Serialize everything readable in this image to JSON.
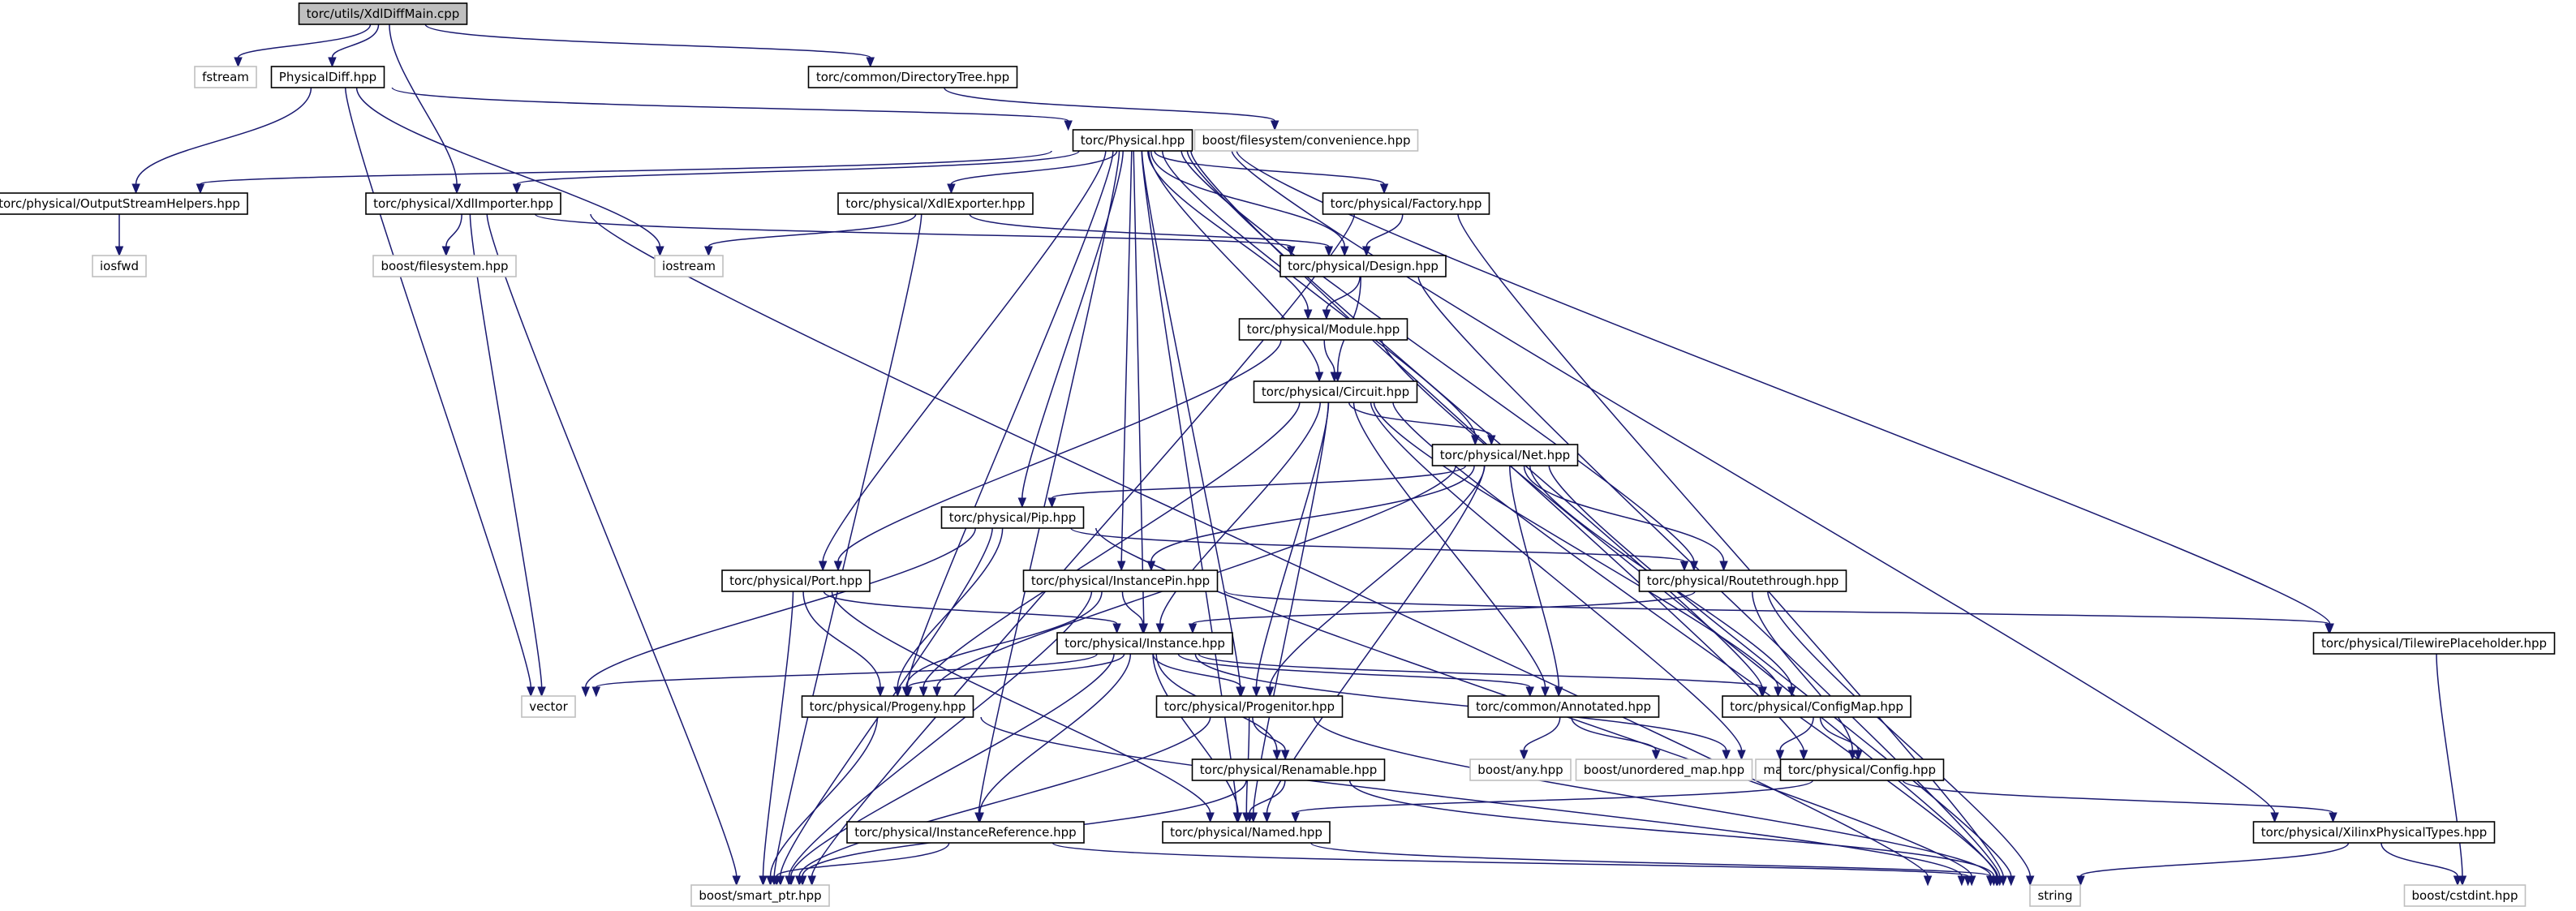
{
  "diagram": {
    "title": "",
    "nodes": [
      {
        "id": "XdlDiffMain",
        "label": "torc/utils/XdlDiffMain.cpp",
        "kind": "root"
      },
      {
        "id": "fstream",
        "label": "fstream",
        "kind": "external"
      },
      {
        "id": "PhysicalDiff",
        "label": "PhysicalDiff.hpp",
        "kind": "internal"
      },
      {
        "id": "DirectoryTree",
        "label": "torc/common/DirectoryTree.hpp",
        "kind": "internal"
      },
      {
        "id": "Physical",
        "label": "torc/Physical.hpp",
        "kind": "internal"
      },
      {
        "id": "boostFsConv",
        "label": "boost/filesystem/convenience.hpp",
        "kind": "external"
      },
      {
        "id": "OutputStreamHelpers",
        "label": "torc/physical/OutputStreamHelpers.hpp",
        "kind": "internal"
      },
      {
        "id": "XdlImporter",
        "label": "torc/physical/XdlImporter.hpp",
        "kind": "internal"
      },
      {
        "id": "XdlExporter",
        "label": "torc/physical/XdlExporter.hpp",
        "kind": "internal"
      },
      {
        "id": "Factory",
        "label": "torc/physical/Factory.hpp",
        "kind": "internal"
      },
      {
        "id": "iosfwd",
        "label": "iosfwd",
        "kind": "external"
      },
      {
        "id": "boostFs",
        "label": "boost/filesystem.hpp",
        "kind": "external"
      },
      {
        "id": "iostream",
        "label": "iostream",
        "kind": "external"
      },
      {
        "id": "Design",
        "label": "torc/physical/Design.hpp",
        "kind": "internal"
      },
      {
        "id": "Module",
        "label": "torc/physical/Module.hpp",
        "kind": "internal"
      },
      {
        "id": "Circuit",
        "label": "torc/physical/Circuit.hpp",
        "kind": "internal"
      },
      {
        "id": "Net",
        "label": "torc/physical/Net.hpp",
        "kind": "internal"
      },
      {
        "id": "Pip",
        "label": "torc/physical/Pip.hpp",
        "kind": "internal"
      },
      {
        "id": "Port",
        "label": "torc/physical/Port.hpp",
        "kind": "internal"
      },
      {
        "id": "InstancePin",
        "label": "torc/physical/InstancePin.hpp",
        "kind": "internal"
      },
      {
        "id": "Routethrough",
        "label": "torc/physical/Routethrough.hpp",
        "kind": "internal"
      },
      {
        "id": "Instance",
        "label": "torc/physical/Instance.hpp",
        "kind": "internal"
      },
      {
        "id": "TilewirePlaceholder",
        "label": "torc/physical/TilewirePlaceholder.hpp",
        "kind": "internal"
      },
      {
        "id": "vector",
        "label": "vector",
        "kind": "external"
      },
      {
        "id": "Progeny",
        "label": "torc/physical/Progeny.hpp",
        "kind": "internal"
      },
      {
        "id": "Progenitor",
        "label": "torc/physical/Progenitor.hpp",
        "kind": "internal"
      },
      {
        "id": "Annotated",
        "label": "torc/common/Annotated.hpp",
        "kind": "internal"
      },
      {
        "id": "ConfigMap",
        "label": "torc/physical/ConfigMap.hpp",
        "kind": "internal"
      },
      {
        "id": "boostAny",
        "label": "boost/any.hpp",
        "kind": "external"
      },
      {
        "id": "boostUMap",
        "label": "boost/unordered_map.hpp",
        "kind": "external"
      },
      {
        "id": "map",
        "label": "map",
        "kind": "external"
      },
      {
        "id": "Renamable",
        "label": "torc/physical/Renamable.hpp",
        "kind": "internal"
      },
      {
        "id": "Config",
        "label": "torc/physical/Config.hpp",
        "kind": "internal"
      },
      {
        "id": "InstanceReference",
        "label": "torc/physical/InstanceReference.hpp",
        "kind": "internal"
      },
      {
        "id": "Named",
        "label": "torc/physical/Named.hpp",
        "kind": "internal"
      },
      {
        "id": "XilinxPhysicalTypes",
        "label": "torc/physical/XilinxPhysicalTypes.hpp",
        "kind": "internal"
      },
      {
        "id": "smartPtr",
        "label": "boost/smart_ptr.hpp",
        "kind": "external"
      },
      {
        "id": "string",
        "label": "string",
        "kind": "external"
      },
      {
        "id": "cstdint",
        "label": "boost/cstdint.hpp",
        "kind": "external"
      }
    ],
    "edges": [
      [
        "XdlDiffMain",
        "fstream"
      ],
      [
        "XdlDiffMain",
        "PhysicalDiff"
      ],
      [
        "XdlDiffMain",
        "XdlImporter"
      ],
      [
        "XdlDiffMain",
        "DirectoryTree"
      ],
      [
        "PhysicalDiff",
        "Physical"
      ],
      [
        "PhysicalDiff",
        "OutputStreamHelpers"
      ],
      [
        "PhysicalDiff",
        "iostream"
      ],
      [
        "PhysicalDiff",
        "vector"
      ],
      [
        "DirectoryTree",
        "boostFsConv"
      ],
      [
        "Physical",
        "OutputStreamHelpers"
      ],
      [
        "Physical",
        "XdlImporter"
      ],
      [
        "Physical",
        "XdlExporter"
      ],
      [
        "Physical",
        "Factory"
      ],
      [
        "Physical",
        "Design"
      ],
      [
        "Physical",
        "Module"
      ],
      [
        "Physical",
        "Circuit"
      ],
      [
        "Physical",
        "Net"
      ],
      [
        "Physical",
        "Pip"
      ],
      [
        "Physical",
        "Port"
      ],
      [
        "Physical",
        "InstancePin"
      ],
      [
        "Physical",
        "Routethrough"
      ],
      [
        "Physical",
        "Instance"
      ],
      [
        "Physical",
        "TilewirePlaceholder"
      ],
      [
        "Physical",
        "Progeny"
      ],
      [
        "Physical",
        "Progenitor"
      ],
      [
        "Physical",
        "ConfigMap"
      ],
      [
        "Physical",
        "Config"
      ],
      [
        "Physical",
        "InstanceReference"
      ],
      [
        "Physical",
        "Named"
      ],
      [
        "Physical",
        "XilinxPhysicalTypes"
      ],
      [
        "OutputStreamHelpers",
        "iosfwd"
      ],
      [
        "XdlImporter",
        "boostFs"
      ],
      [
        "XdlImporter",
        "Design"
      ],
      [
        "XdlImporter",
        "vector"
      ],
      [
        "XdlImporter",
        "smartPtr"
      ],
      [
        "XdlImporter",
        "string"
      ],
      [
        "XdlExporter",
        "iostream"
      ],
      [
        "XdlExporter",
        "Design"
      ],
      [
        "XdlExporter",
        "smartPtr"
      ],
      [
        "Factory",
        "Design"
      ],
      [
        "Factory",
        "smartPtr"
      ],
      [
        "Factory",
        "string"
      ],
      [
        "Design",
        "Module"
      ],
      [
        "Design",
        "Circuit"
      ],
      [
        "Design",
        "string"
      ],
      [
        "Module",
        "Circuit"
      ],
      [
        "Module",
        "Port"
      ],
      [
        "Module",
        "string"
      ],
      [
        "Circuit",
        "Net"
      ],
      [
        "Circuit",
        "Instance"
      ],
      [
        "Circuit",
        "Progeny"
      ],
      [
        "Circuit",
        "Progenitor"
      ],
      [
        "Circuit",
        "Annotated"
      ],
      [
        "Circuit",
        "Named"
      ],
      [
        "Circuit",
        "ConfigMap"
      ],
      [
        "Circuit",
        "map"
      ],
      [
        "Circuit",
        "string"
      ],
      [
        "Net",
        "Pip"
      ],
      [
        "Net",
        "InstancePin"
      ],
      [
        "Net",
        "Routethrough"
      ],
      [
        "Net",
        "Progeny"
      ],
      [
        "Net",
        "Progenitor"
      ],
      [
        "Net",
        "Annotated"
      ],
      [
        "Net",
        "ConfigMap"
      ],
      [
        "Net",
        "Named"
      ],
      [
        "Net",
        "string"
      ],
      [
        "Pip",
        "Routethrough"
      ],
      [
        "Pip",
        "vector"
      ],
      [
        "Pip",
        "Progeny"
      ],
      [
        "Pip",
        "smartPtr"
      ],
      [
        "Pip",
        "string"
      ],
      [
        "Port",
        "Instance"
      ],
      [
        "Port",
        "Progeny"
      ],
      [
        "Port",
        "Named"
      ],
      [
        "Port",
        "smartPtr"
      ],
      [
        "InstancePin",
        "Instance"
      ],
      [
        "InstancePin",
        "Progeny"
      ],
      [
        "InstancePin",
        "TilewirePlaceholder"
      ],
      [
        "InstancePin",
        "smartPtr"
      ],
      [
        "Routethrough",
        "Instance"
      ],
      [
        "Routethrough",
        "Config"
      ],
      [
        "Routethrough",
        "string"
      ],
      [
        "Instance",
        "vector"
      ],
      [
        "Instance",
        "Progeny"
      ],
      [
        "Instance",
        "Progenitor"
      ],
      [
        "Instance",
        "Annotated"
      ],
      [
        "Instance",
        "ConfigMap"
      ],
      [
        "Instance",
        "Renamable"
      ],
      [
        "Instance",
        "InstanceReference"
      ],
      [
        "Instance",
        "Named"
      ],
      [
        "Instance",
        "smartPtr"
      ],
      [
        "Instance",
        "map"
      ],
      [
        "TilewirePlaceholder",
        "cstdint"
      ],
      [
        "Progeny",
        "smartPtr"
      ],
      [
        "Progeny",
        "string"
      ],
      [
        "Progenitor",
        "Renamable"
      ],
      [
        "Progenitor",
        "Named"
      ],
      [
        "Progenitor",
        "smartPtr"
      ],
      [
        "Progenitor",
        "string"
      ],
      [
        "Annotated",
        "boostAny"
      ],
      [
        "Annotated",
        "boostUMap"
      ],
      [
        "ConfigMap",
        "map"
      ],
      [
        "ConfigMap",
        "Config"
      ],
      [
        "Renamable",
        "Named"
      ],
      [
        "Renamable",
        "smartPtr"
      ],
      [
        "Renamable",
        "string"
      ],
      [
        "Config",
        "Named"
      ],
      [
        "Config",
        "XilinxPhysicalTypes"
      ],
      [
        "InstanceReference",
        "smartPtr"
      ],
      [
        "InstanceReference",
        "string"
      ],
      [
        "Named",
        "string"
      ],
      [
        "XilinxPhysicalTypes",
        "cstdint"
      ],
      [
        "XilinxPhysicalTypes",
        "string"
      ]
    ]
  }
}
